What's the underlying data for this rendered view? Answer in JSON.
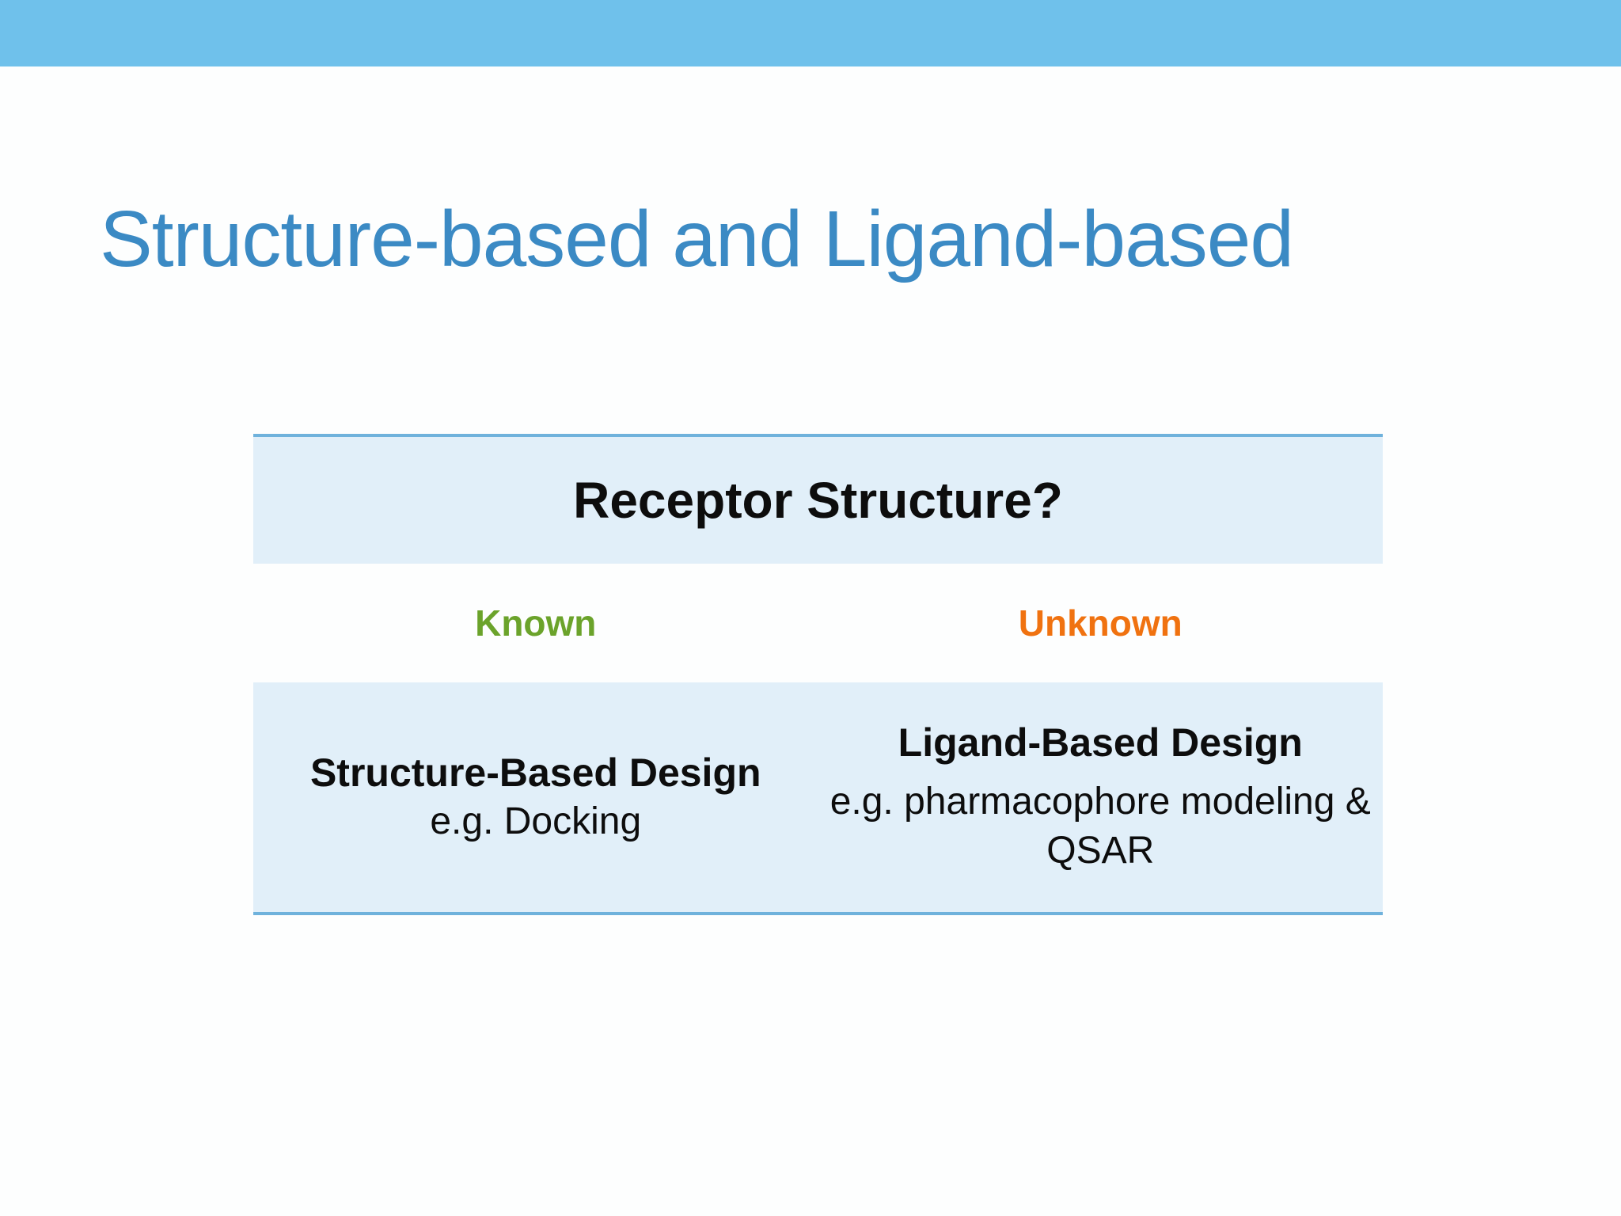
{
  "slide": {
    "title": "Structure-based and Ligand-based",
    "title_color": "#3b8ac4",
    "top_bar_color": "#6fc1eb",
    "background_color": "#fdfefe"
  },
  "matrix": {
    "header": "Receptor Structure?",
    "row_bg_color": "#e1eff9",
    "border_color": "#6fb2dc",
    "columns": [
      {
        "status": "Known",
        "status_color": "#6ba32b",
        "design_title": "Structure-Based Design",
        "design_lines": [
          "e.g. Docking"
        ]
      },
      {
        "status": "Unknown",
        "status_color": "#f07210",
        "design_title": "Ligand-Based Design",
        "design_lines": [
          "e.g. pharmacophore modeling &",
          "QSAR"
        ]
      }
    ]
  }
}
